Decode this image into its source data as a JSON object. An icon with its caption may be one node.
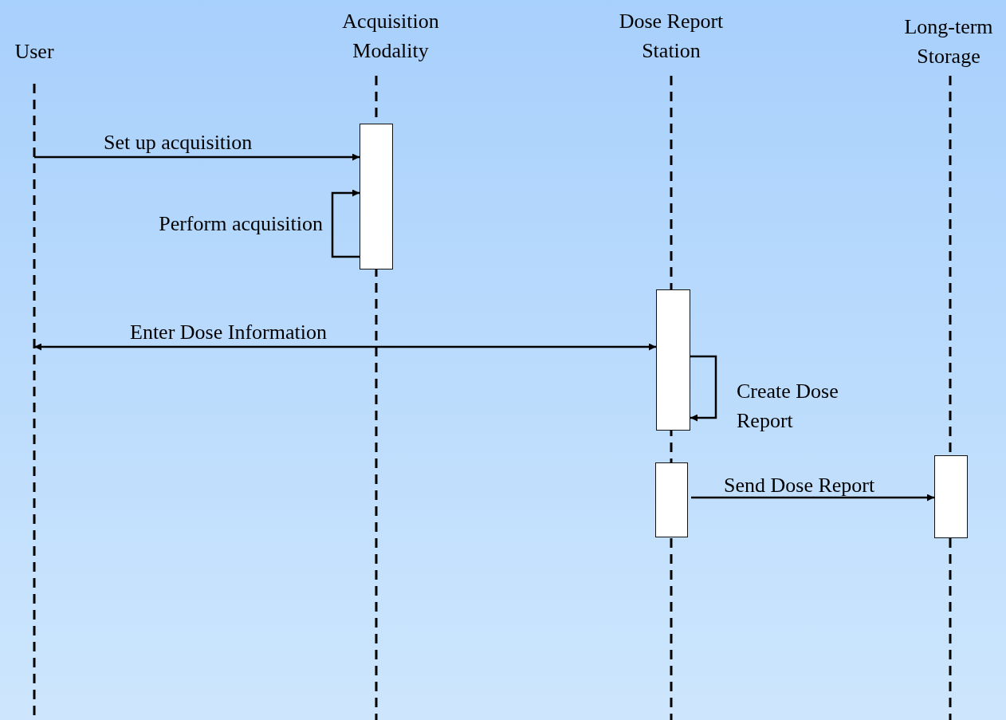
{
  "diagram": {
    "nodes": [
      {
        "text": [
          "User"
        ]
      },
      {
        "text": [
          "Acquisition Modality"
        ]
      },
      {
        "text": [
          "Dose Report Station"
        ]
      },
      {
        "text": [
          "Long-term Storage"
        ]
      },
      {
        "text": [],
        "shape": "box"
      },
      {
        "text": [],
        "shape": "box"
      },
      {
        "text": [],
        "shape": "box"
      },
      {
        "text": [],
        "shape": "box"
      }
    ],
    "edges": [
      {
        "from": null,
        "to": 4,
        "arrow": "to",
        "label": "Set up acquisition"
      },
      {
        "from": 4,
        "to": 4,
        "arrow": "to",
        "label": "Perform acquisition"
      },
      {
        "from": null,
        "to": 5,
        "arrow": "both",
        "label": "Enter Dose Information"
      },
      {
        "from": 5,
        "to": 5,
        "arrow": "to",
        "label": "Create Dose Report"
      },
      {
        "from": 6,
        "to": 7,
        "arrow": "to",
        "label": "Send Dose Report"
      }
    ]
  }
}
